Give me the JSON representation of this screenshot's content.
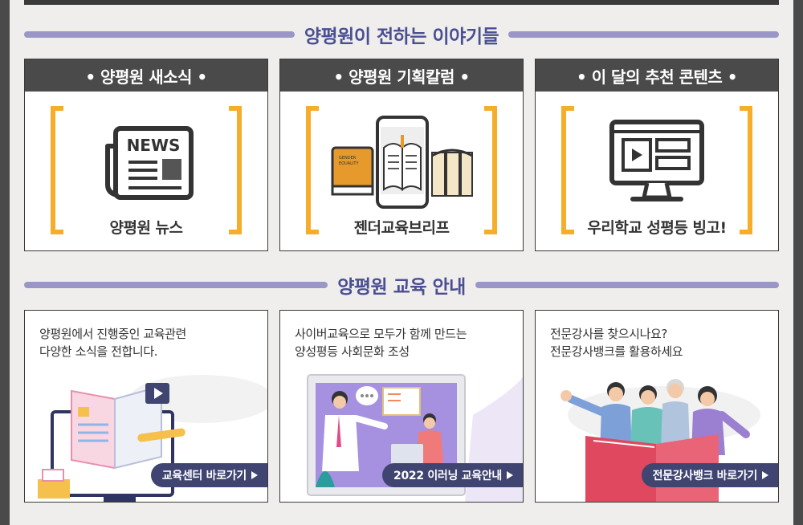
{
  "stories": {
    "heading": "양평원이 전하는 이야기들",
    "cards": [
      {
        "title": "• 양평원 새소식 •",
        "caption": "양평원 뉴스",
        "icon": "newspaper-icon"
      },
      {
        "title": "• 양평원 기획칼럼 •",
        "caption": "젠더교육브리프",
        "icon": "books-phone-icon"
      },
      {
        "title": "• 이 달의 추천 콘텐츠 •",
        "caption": "우리학교 성평등 빙고!",
        "icon": "monitor-content-icon"
      }
    ]
  },
  "education": {
    "heading": "양평원 교육 안내",
    "cards": [
      {
        "line1": "양평원에서 진행중인 교육관련",
        "line2": "다양한 소식을 전합니다.",
        "button": "교육센터 바로가기"
      },
      {
        "line1": "사이버교육으로 모두가 함께 만드는",
        "line2": "양성평등 사회문화 조성",
        "button": "2022 이러닝 교육안내"
      },
      {
        "line1": "전문강사를 찾으시나요?",
        "line2": "전문강사뱅크를 활용하세요",
        "button": "전문강사뱅크 바로가기"
      }
    ]
  },
  "colors": {
    "accent": "#4b4f92",
    "bracket": "#f5ad2a",
    "button": "#3f4470",
    "header": "#4a4a4a"
  },
  "news_logo_text": "NEWS"
}
